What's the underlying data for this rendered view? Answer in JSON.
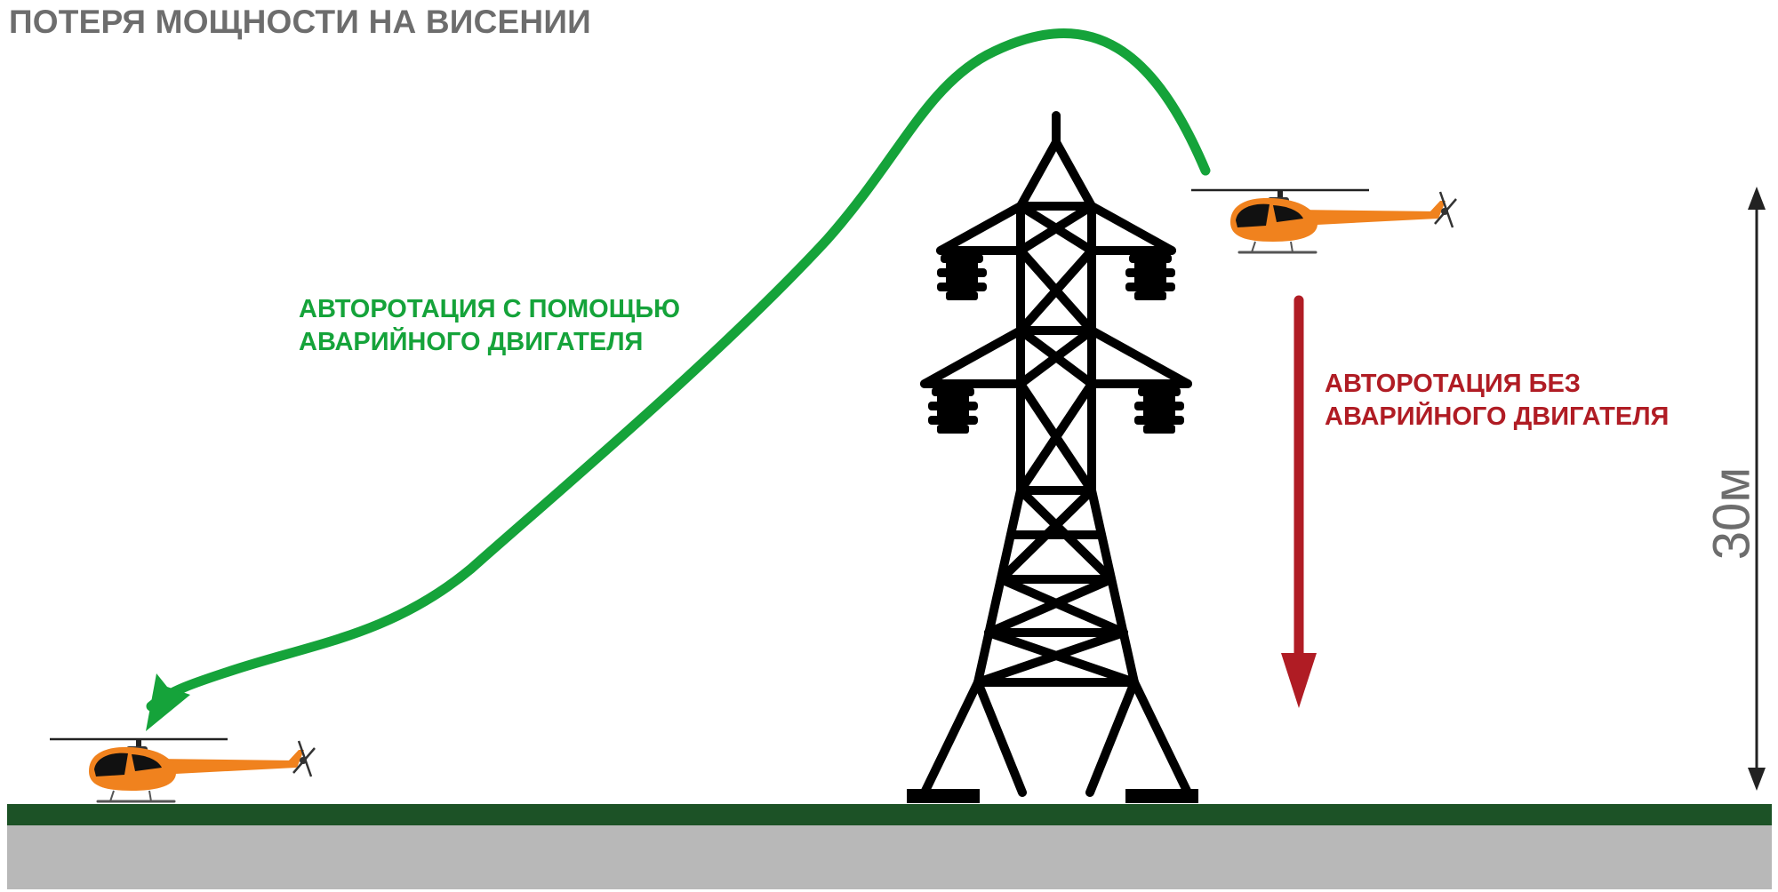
{
  "title": "ПОТЕРЯ МОЩНОСТИ НА ВИСЕНИИ",
  "paths": {
    "with_engine": {
      "line1": "АВТОРОТАЦИЯ С ПОМОЩЬЮ",
      "line2": "АВАРИЙНОГО ДВИГАТЕЛЯ",
      "color": "#15a33a"
    },
    "without_engine": {
      "line1": "АВТОРОТАЦИЯ БЕЗ",
      "line2": "АВАРИЙНОГО ДВИГАТЕЛЯ",
      "color": "#b01c24"
    }
  },
  "height_marker": "30м",
  "colors": {
    "helicopter_body": "#f0821e",
    "tower": "#000000",
    "grass": "#1c5226",
    "road": "#b8b8b8",
    "title_gray": "#6d6d6d"
  },
  "icons": [
    "helicopter-icon",
    "power-tower-icon"
  ]
}
